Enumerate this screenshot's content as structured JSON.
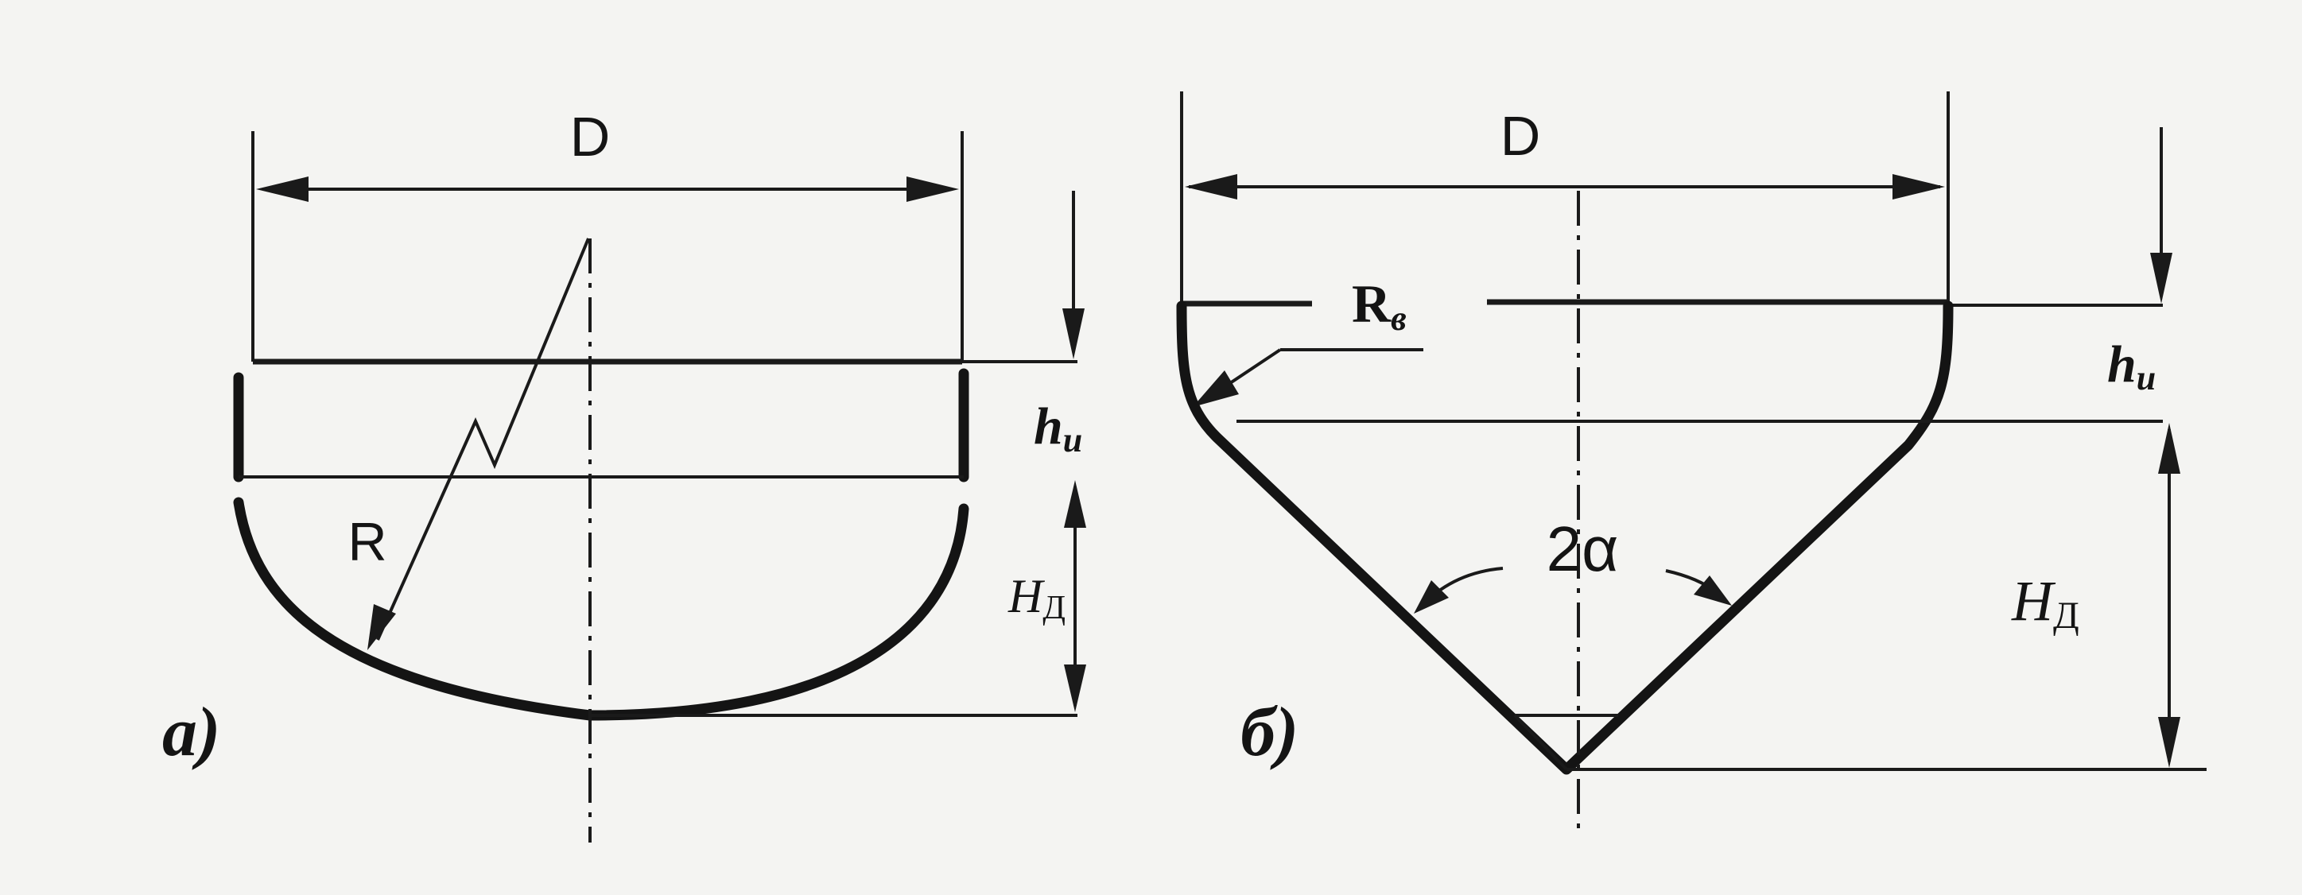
{
  "figure_a": {
    "panel_label": "а)",
    "diameter_label": "D",
    "radius_label": "R",
    "height_h_label": "h",
    "height_h_sub": "и",
    "height_H_label": "H",
    "height_H_sub": "Д"
  },
  "figure_b": {
    "panel_label": "б)",
    "diameter_label": "D",
    "radius_label": "R",
    "radius_sub": "в",
    "angle_label": "2α",
    "height_h_label": "h",
    "height_h_sub": "и",
    "height_H_label": "H",
    "height_H_sub": "Д"
  }
}
